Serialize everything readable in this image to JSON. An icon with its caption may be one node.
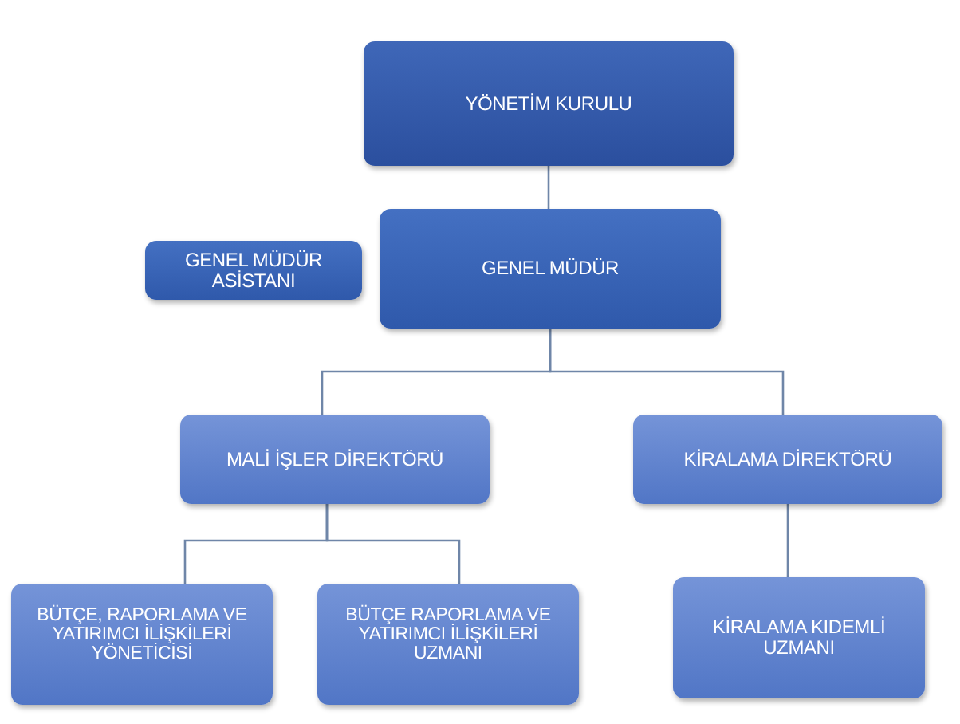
{
  "diagram": {
    "nodes": [
      {
        "text": [
          "YÖNETİM KURULU"
        ]
      },
      {
        "text": [
          "GENEL MÜDÜR ASİSTANI"
        ]
      },
      {
        "text": [
          "GENEL MÜDÜR"
        ]
      },
      {
        "text": [
          "MALİ İŞLER DİREKTÖRÜ"
        ]
      },
      {
        "text": [
          "KİRALAMA DİREKTÖRÜ"
        ]
      },
      {
        "text": [
          "BÜTÇE, RAPORLAMA VE YATIRIMCI İLİŞKİLERİ YÖNETİCİSİ"
        ]
      },
      {
        "text": [
          "BÜTÇE RAPORLAMA VE YATIRIMCI İLİŞKİLERİ UZMANI"
        ]
      },
      {
        "text": [
          "KİRALAMA KIDEMLİ UZMANI"
        ]
      }
    ],
    "edges": [
      {
        "from": 0,
        "to": 2,
        "arrow": "none"
      },
      {
        "from": 2,
        "to": 3,
        "arrow": "none"
      },
      {
        "from": 2,
        "to": 4,
        "arrow": "none"
      },
      {
        "from": 3,
        "to": 5,
        "arrow": "none"
      },
      {
        "from": 3,
        "to": 6,
        "arrow": "none"
      },
      {
        "from": 4,
        "to": 7,
        "arrow": "none"
      }
    ]
  }
}
